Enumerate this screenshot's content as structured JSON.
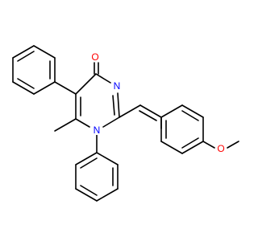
{
  "molecule": {
    "atoms": {
      "carbonyl_oxygen": "O",
      "ring_nitrogen_3": "N",
      "ring_nitrogen_1": "N",
      "ether_oxygen": "O"
    },
    "colors": {
      "oxygen": "#ff0000",
      "nitrogen": "#0000ff",
      "bond": "#000000",
      "background": "#ffffff"
    }
  }
}
